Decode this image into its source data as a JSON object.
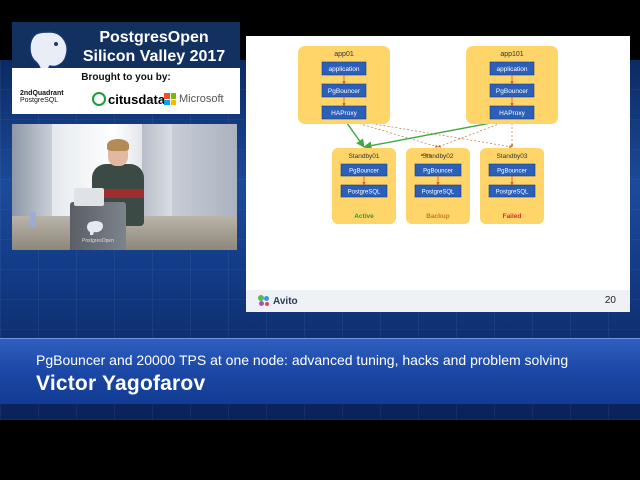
{
  "conference": {
    "line1": "PostgresOpen",
    "line2": "Silicon Valley 2017",
    "brought_by": "Brought to you by:",
    "sponsors": {
      "second_quadrant_top": "2ndQuadrant",
      "second_quadrant_bottom": "PostgreSQL",
      "citus": "citusdata",
      "microsoft": "Microsoft"
    },
    "podium_text": "PostgresOpen"
  },
  "slide": {
    "apps": [
      {
        "name": "app01",
        "layers": [
          "application",
          "PgBouncer",
          "HAProxy"
        ]
      },
      {
        "name": "app101",
        "layers": [
          "application",
          "PgBouncer",
          "HAProxy"
        ]
      }
    ],
    "ellipsis": "...",
    "standbys": [
      {
        "name": "Standby01",
        "layers": [
          "PgBouncer",
          "PostgreSQL"
        ],
        "status": "Active",
        "status_color": "#2e9b2e"
      },
      {
        "name": "Standby02",
        "layers": [
          "PgBouncer",
          "PostgreSQL"
        ],
        "status": "Backup",
        "status_color": "#c77a1a"
      },
      {
        "name": "Standby03",
        "layers": [
          "PgBouncer",
          "PostgreSQL"
        ],
        "status": "Failed",
        "status_color": "#d42a2a"
      }
    ],
    "footer_brand": "Avito",
    "page_number": "20",
    "colors": {
      "box_fill": "#ffd56a",
      "layer_fill": "#2b5fb8",
      "active_arrow": "#3fa83f",
      "dashed_arrow": "#b4641e"
    }
  },
  "lower_third": {
    "talk_title": "PgBouncer and 20000 TPS at one node: advanced tuning, hacks and problem solving",
    "speaker": "Victor Yagofarov"
  }
}
